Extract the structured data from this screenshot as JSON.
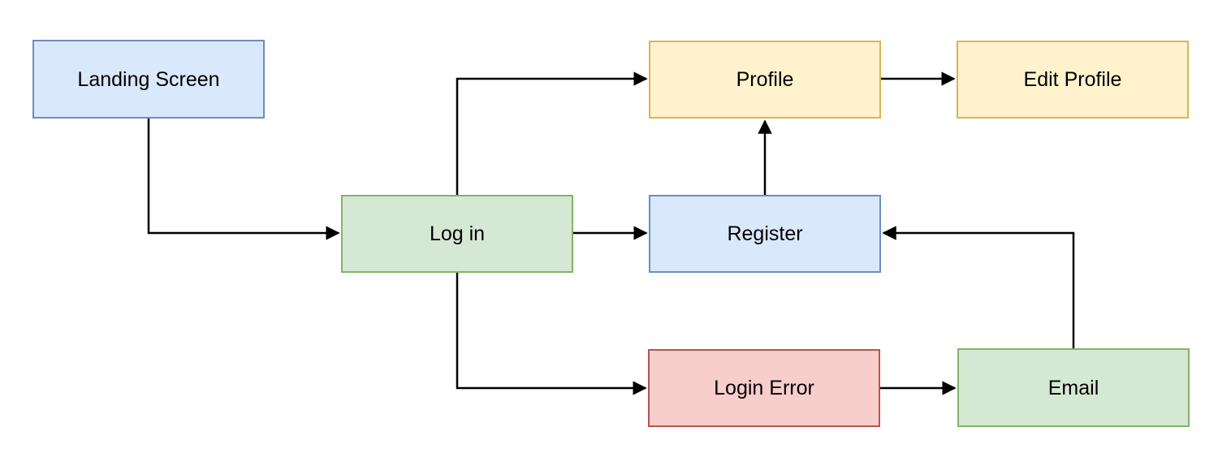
{
  "diagram": {
    "background_color": "#ffffff",
    "edge_color": "#000000",
    "text_color": "#000000",
    "nodes": [
      {
        "id": "landing-screen",
        "label": "Landing Screen",
        "fill": "#dae8fc",
        "stroke": "#6c8ebf"
      },
      {
        "id": "log-in",
        "label": "Log in",
        "fill": "#d5e8d4",
        "stroke": "#82b366"
      },
      {
        "id": "profile",
        "label": "Profile",
        "fill": "#fff2cc",
        "stroke": "#d6b656"
      },
      {
        "id": "edit-profile",
        "label": "Edit Profile",
        "fill": "#fff2cc",
        "stroke": "#d6b656"
      },
      {
        "id": "register",
        "label": "Register",
        "fill": "#dae8fc",
        "stroke": "#6c8ebf"
      },
      {
        "id": "login-error",
        "label": "Login Error",
        "fill": "#f8cecc",
        "stroke": "#b85450"
      },
      {
        "id": "email",
        "label": "Email",
        "fill": "#d5e8d4",
        "stroke": "#82b366"
      }
    ],
    "edges": [
      {
        "from": "landing-screen",
        "to": "log-in"
      },
      {
        "from": "log-in",
        "to": "profile"
      },
      {
        "from": "log-in",
        "to": "register"
      },
      {
        "from": "log-in",
        "to": "login-error"
      },
      {
        "from": "register",
        "to": "profile"
      },
      {
        "from": "profile",
        "to": "edit-profile"
      },
      {
        "from": "login-error",
        "to": "email"
      },
      {
        "from": "email",
        "to": "register"
      }
    ]
  }
}
